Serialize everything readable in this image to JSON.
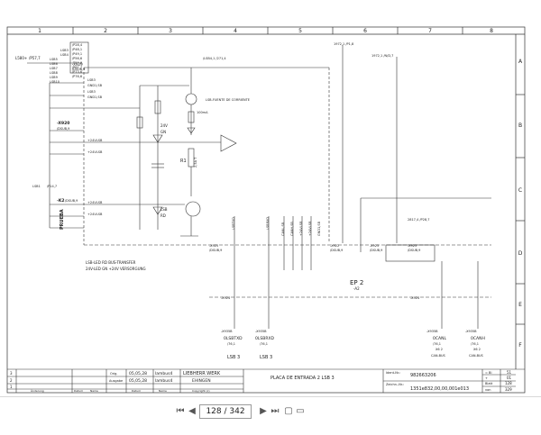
{
  "cols": [
    "1",
    "2",
    "3",
    "4",
    "5",
    "6",
    "7",
    "8"
  ],
  "rows": [
    "A",
    "B",
    "C",
    "D",
    "E",
    "F"
  ],
  "labels": {
    "wire_l580": "L580+",
    "ref_p57": "/P57,7",
    "lsb_top": [
      "LSB3",
      "LSB4",
      "LSB5",
      "LSB6",
      "LSB7",
      "LSB8",
      "LSB9",
      "LSB10"
    ],
    "p_refs": [
      "/P28,4",
      "/P48,1",
      "/P49,1",
      "/P56,6",
      "/P59,6",
      "/P61,7",
      "/P73,6",
      "/P76,6"
    ],
    "x929": "-X929",
    "x929sub": "/DSUB,9",
    "ref_571": "/LSB4,1  /271,4",
    "ref_1972": "1972,1  /P1,8",
    "ref_1972b": "1972,1  /N/D,7",
    "lsb3a": "LSB3",
    "gnd1": "GND1,SB",
    "lsb3b": "LSB3",
    "gnd2": "GND1,SB",
    "fuente": "LSB-FUENTE DE CORRIENTE",
    "mA": "100mA",
    "v24": "24V",
    "gn": "GN",
    "x920": "-X920",
    "x920sub": "/DSUB,9",
    "x24vlsb": "+24VLSB",
    "x24vlsb2": "+24VLSB",
    "r1": "R1",
    "r1v": "2,5A T",
    "lsb1": "LSB1",
    "ref_p14": "/P14,7",
    "k2": "-K2",
    "k2sub": "/DSUB,9",
    "x24vlsb3": "+24VLSB",
    "x24vlsb4": "+24VLSB",
    "lsb": "LSB",
    "rd": "RD",
    "prueba": "PRUEBA",
    "sig1": "LSBTXD",
    "sig2": "LSBRXD",
    "sig3": "CANL,SB",
    "sig4": "CANH,SB",
    "sig5": "+24VLSB",
    "sig6": "+24VLSB",
    "sig7": "GND1,SB",
    "ref_2817": "2817,4  /P28,7",
    "x925a": "-X925",
    "x925as": "/DSUB,9",
    "x922": "-X922",
    "x922s": "/DSUB,9",
    "x925b": "-X925",
    "x925bs": "/DSUB,9",
    "x925c": "-X925",
    "x925cs": "/DSUB,9",
    "note1": "LSB-LED  RD  BUS-TRANSFER",
    "note2": "24V-LED  GN  +24V VERSORGUNG",
    "ep2": "EP 2",
    "ep2sub": "-A2",
    "x924a": "-X924",
    "x924b": "-X924",
    "x935a": "-X935B",
    "x935b": "-X935B",
    "x935c": "-X935B",
    "x935d": "-X935B",
    "b1": "0LSBTXD",
    "b2": "0LSBRXD",
    "b3": "0CANL",
    "b4": "0CANH",
    "b1r": "/76,1",
    "b2r": "/76,1",
    "b3r": "/76,1",
    "b4r": "/76,1",
    "b3x": "X6 2",
    "b4x": "X6 2",
    "b3c": "CAN-BUS",
    "b4c": "CAN-BUS",
    "lsb3_1": "LSB 3",
    "lsb3_2": "LSB 3"
  },
  "title_block": {
    "row_nums": [
      "3",
      "2",
      "1"
    ],
    "orig": "Orig.",
    "ausgabe": "Ausgabe",
    "date1": "05,05,28",
    "date2": "05,05,28",
    "name1": "lambus4",
    "name2": "lambus4",
    "company": "LIEBHERR WERK",
    "city": "EHINGEN",
    "title": "PLACA DE ENTRADA 2   LSB 3",
    "art_label": "Ident-Nr.:",
    "art_no": "982663206",
    "zeich_label": "Zeichn.-Nr.:",
    "zeich_no": "1351e832,00,00,001e013",
    "bl": "= Bl",
    "bl_val": "51",
    "page_lbl": "+",
    "page_val": "01",
    "blatt": "Blatt",
    "blatt_val": "128",
    "von": "von",
    "von_val": "329",
    "footer": [
      "Änderung",
      "Datum",
      "Name",
      "Datum",
      "Name",
      "Copyright (c)"
    ]
  },
  "toolbar": {
    "page_indicator": "128 / 342",
    "first_icon": "first-page-icon",
    "prev_icon": "prev-page-icon",
    "next_icon": "next-page-icon",
    "last_icon": "last-page-icon"
  }
}
